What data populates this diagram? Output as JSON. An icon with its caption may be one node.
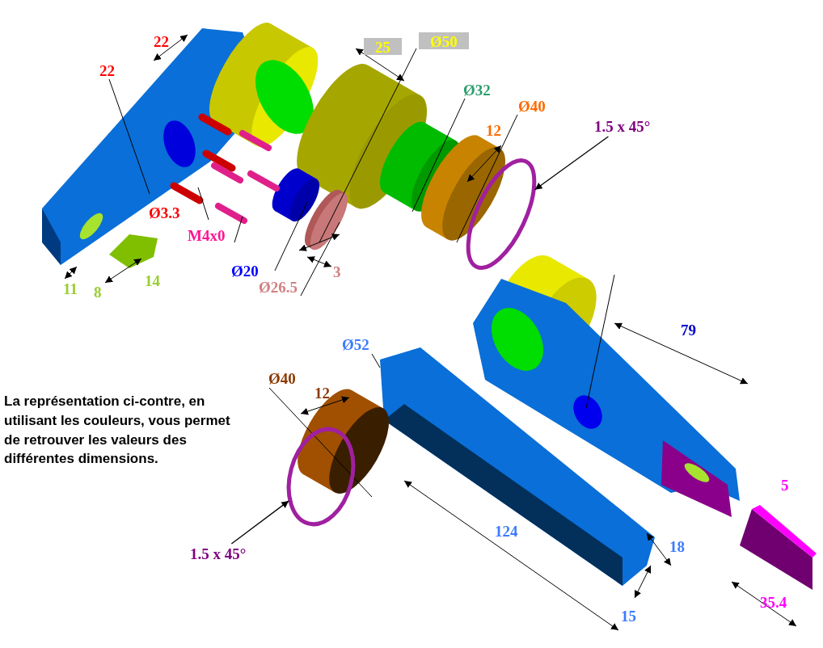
{
  "diagram": {
    "nodes": [
      {
        "text": [
          "1.5 x 45°"
        ]
      },
      {
        "text": [],
        "shape": "circle"
      },
      {
        "text": [
          "1.5 x 45°"
        ]
      },
      {
        "text": [],
        "shape": "circle"
      }
    ],
    "edges": [
      {
        "from": 0,
        "to": 1,
        "arrow": "to"
      },
      {
        "from": 2,
        "to": 3,
        "arrow": "to"
      }
    ],
    "labels": [
      "22",
      "25",
      "Ø50",
      "22",
      "Ø32",
      "Ø40",
      "12",
      "Ø3.3",
      "M4x0",
      "11",
      "8",
      "14",
      "Ø20",
      "3",
      "Ø26.5",
      "79",
      "Ø52",
      "Ø40",
      "12",
      "La représentation ci-contre, en utilisant les couleurs, vous permet de retrouver les valeurs des différentes dimensions.",
      "5",
      "18",
      "124",
      "15",
      "35.4"
    ]
  }
}
